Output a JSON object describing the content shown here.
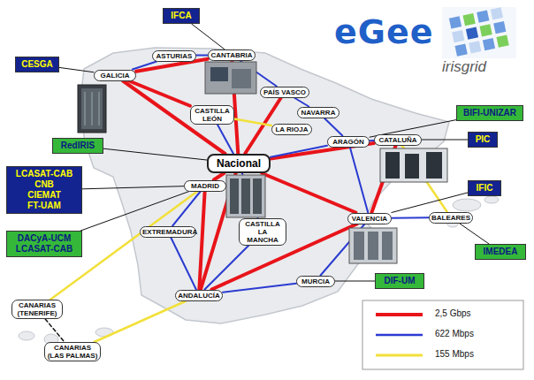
{
  "diagram": {
    "nodes": [
      {
        "text": [
          "IFCA"
        ]
      },
      {
        "text": [
          "CESGA"
        ]
      },
      {
        "text": [
          "ASTURIAS"
        ]
      },
      {
        "text": [
          "CANTABRIA"
        ]
      },
      {
        "text": [
          "GALICIA"
        ]
      },
      {
        "text": [
          "PAÍS VASCO"
        ]
      },
      {
        "text": [
          "NAVARRA"
        ]
      },
      {
        "text": [
          "CASTILLA LEÓN"
        ]
      },
      {
        "text": [
          "LA RIOJA"
        ]
      },
      {
        "text": [
          "ARAGÓN"
        ]
      },
      {
        "text": [
          "BIFI-UNIZAR"
        ]
      },
      {
        "text": [
          "RedIRIS"
        ]
      },
      {
        "text": [
          "PIC"
        ]
      },
      {
        "text": [
          "CATALUÑA"
        ]
      },
      {
        "text": [
          "Nacional"
        ]
      },
      {
        "text": [
          "LCASAT-CAB",
          "CNB",
          "CIEMAT",
          "FT-UAM"
        ]
      },
      {
        "text": [
          "MADRID"
        ]
      },
      {
        "text": [
          "IFIC"
        ]
      },
      {
        "text": [
          "DACyA-UCM",
          "LCASAT-CAB"
        ]
      },
      {
        "text": [
          "EXTREMADURA"
        ]
      },
      {
        "text": [
          "CASTILLA LA MANCHA"
        ]
      },
      {
        "text": [
          "VALENCIA"
        ]
      },
      {
        "text": [
          "BALEARES"
        ]
      },
      {
        "text": [
          "IMEDEA"
        ]
      },
      {
        "text": [
          "DIF-UM"
        ]
      },
      {
        "text": [
          "MURCIA"
        ]
      },
      {
        "text": [
          "ANDALUCÍA"
        ]
      },
      {
        "text": [
          "CANARIAS (TENERIFE)"
        ]
      },
      {
        "text": [
          "CANARIAS (LAS PALMAS)"
        ]
      }
    ],
    "edges": [
      {
        "from": 4,
        "to": 3,
        "arrow": "none"
      },
      {
        "from": 4,
        "to": 7,
        "arrow": "none"
      },
      {
        "from": 4,
        "to": 14,
        "arrow": "none"
      },
      {
        "from": 3,
        "to": 14,
        "arrow": "none"
      },
      {
        "from": 5,
        "to": 14,
        "arrow": "none"
      },
      {
        "from": 14,
        "to": 13,
        "arrow": "none"
      },
      {
        "from": 14,
        "to": 21,
        "arrow": "none"
      },
      {
        "from": 14,
        "to": 26,
        "arrow": "none"
      },
      {
        "from": 14,
        "to": 16,
        "arrow": "none"
      },
      {
        "from": 21,
        "to": 26,
        "arrow": "none"
      },
      {
        "from": 13,
        "to": 21,
        "arrow": "none"
      },
      {
        "from": 16,
        "to": 26,
        "arrow": "none"
      },
      {
        "from": 4,
        "to": 2,
        "arrow": "none"
      },
      {
        "from": 2,
        "to": 3,
        "arrow": "none"
      },
      {
        "from": 3,
        "to": 5,
        "arrow": "none"
      },
      {
        "from": 5,
        "to": 6,
        "arrow": "none"
      },
      {
        "from": 6,
        "to": 9,
        "arrow": "none"
      },
      {
        "from": 9,
        "to": 13,
        "arrow": "none"
      },
      {
        "from": 7,
        "to": 14,
        "arrow": "none"
      },
      {
        "from": 9,
        "to": 14,
        "arrow": "none"
      },
      {
        "from": 16,
        "to": 19,
        "arrow": "none"
      },
      {
        "from": 19,
        "to": 26,
        "arrow": "none"
      },
      {
        "from": 20,
        "to": 14,
        "arrow": "none"
      },
      {
        "from": 20,
        "to": 26,
        "arrow": "none"
      },
      {
        "from": 25,
        "to": 26,
        "arrow": "none"
      },
      {
        "from": 25,
        "to": 21,
        "arrow": "none"
      },
      {
        "from": 21,
        "to": 22,
        "arrow": "none"
      },
      {
        "from": 9,
        "to": 21,
        "arrow": "none"
      },
      {
        "from": 7,
        "to": 8,
        "arrow": "none"
      },
      {
        "from": 13,
        "to": 22,
        "arrow": "none"
      },
      {
        "from": 16,
        "to": 27,
        "arrow": "none"
      },
      {
        "from": 26,
        "to": 28,
        "arrow": "none"
      },
      {
        "from": 27,
        "to": 28,
        "arrow": "none"
      },
      {
        "from": 0,
        "to": 3,
        "arrow": "none"
      },
      {
        "from": 1,
        "to": 4,
        "arrow": "none"
      },
      {
        "from": 10,
        "to": 9,
        "arrow": "none"
      },
      {
        "from": 11,
        "to": 14,
        "arrow": "none"
      },
      {
        "from": 12,
        "to": 13,
        "arrow": "none"
      },
      {
        "from": 15,
        "to": 16,
        "arrow": "none"
      },
      {
        "from": 18,
        "to": 16,
        "arrow": "none"
      },
      {
        "from": 17,
        "to": 21,
        "arrow": "none"
      },
      {
        "from": 23,
        "to": 22,
        "arrow": "none"
      },
      {
        "from": 24,
        "to": 25,
        "arrow": "none"
      }
    ],
    "labels": [
      "eGee",
      "irisgrid"
    ],
    "legend": [
      {
        "text": "2,5 Gbps"
      },
      {
        "text": "622 Mbps"
      },
      {
        "text": "155 Mbps"
      }
    ]
  }
}
